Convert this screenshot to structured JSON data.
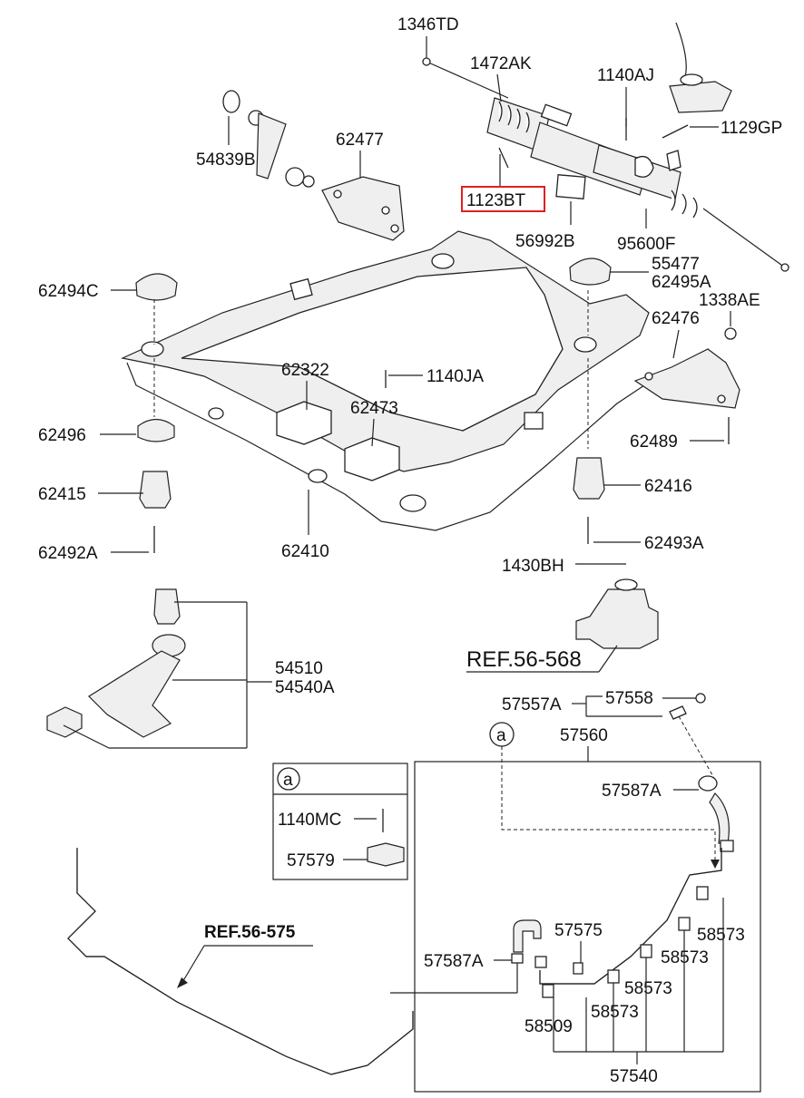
{
  "labels": {
    "l_1346TD": "1346TD",
    "l_1472AK": "1472AK",
    "l_1140AJ": "1140AJ",
    "l_1129GP": "1129GP",
    "l_54839B": "54839B",
    "l_62477": "62477",
    "l_1123BT": "1123BT",
    "l_56992B": "56992B",
    "l_95600F": "95600F",
    "l_55477": "55477",
    "l_62495A": "62495A",
    "l_1338AE": "1338AE",
    "l_62494C": "62494C",
    "l_62476": "62476",
    "l_62322": "62322",
    "l_1140JA": "1140JA",
    "l_62473": "62473",
    "l_62496": "62496",
    "l_62489": "62489",
    "l_62415": "62415",
    "l_62416": "62416",
    "l_62492A": "62492A",
    "l_62410": "62410",
    "l_62493A": "62493A",
    "l_1430BH": "1430BH",
    "l_ref56568": "REF.56-568",
    "l_54510": "54510",
    "l_54540A": "54540A",
    "l_57557A": "57557A",
    "l_57558": "57558",
    "l_a_circle": "a",
    "l_57560": "57560",
    "l_box_a": "a",
    "l_1140MC": "1140MC",
    "l_57587A_top": "57587A",
    "l_57579": "57579",
    "l_ref56575": "REF.56-575",
    "l_57575": "57575",
    "l_57587A_low": "57587A",
    "l_58573_a": "58573",
    "l_58573_b": "58573",
    "l_58573_c": "58573",
    "l_58573_d": "58573",
    "l_58509": "58509",
    "l_57540": "57540"
  },
  "highlight": {
    "part": "1123BT",
    "color": "#e02020"
  }
}
